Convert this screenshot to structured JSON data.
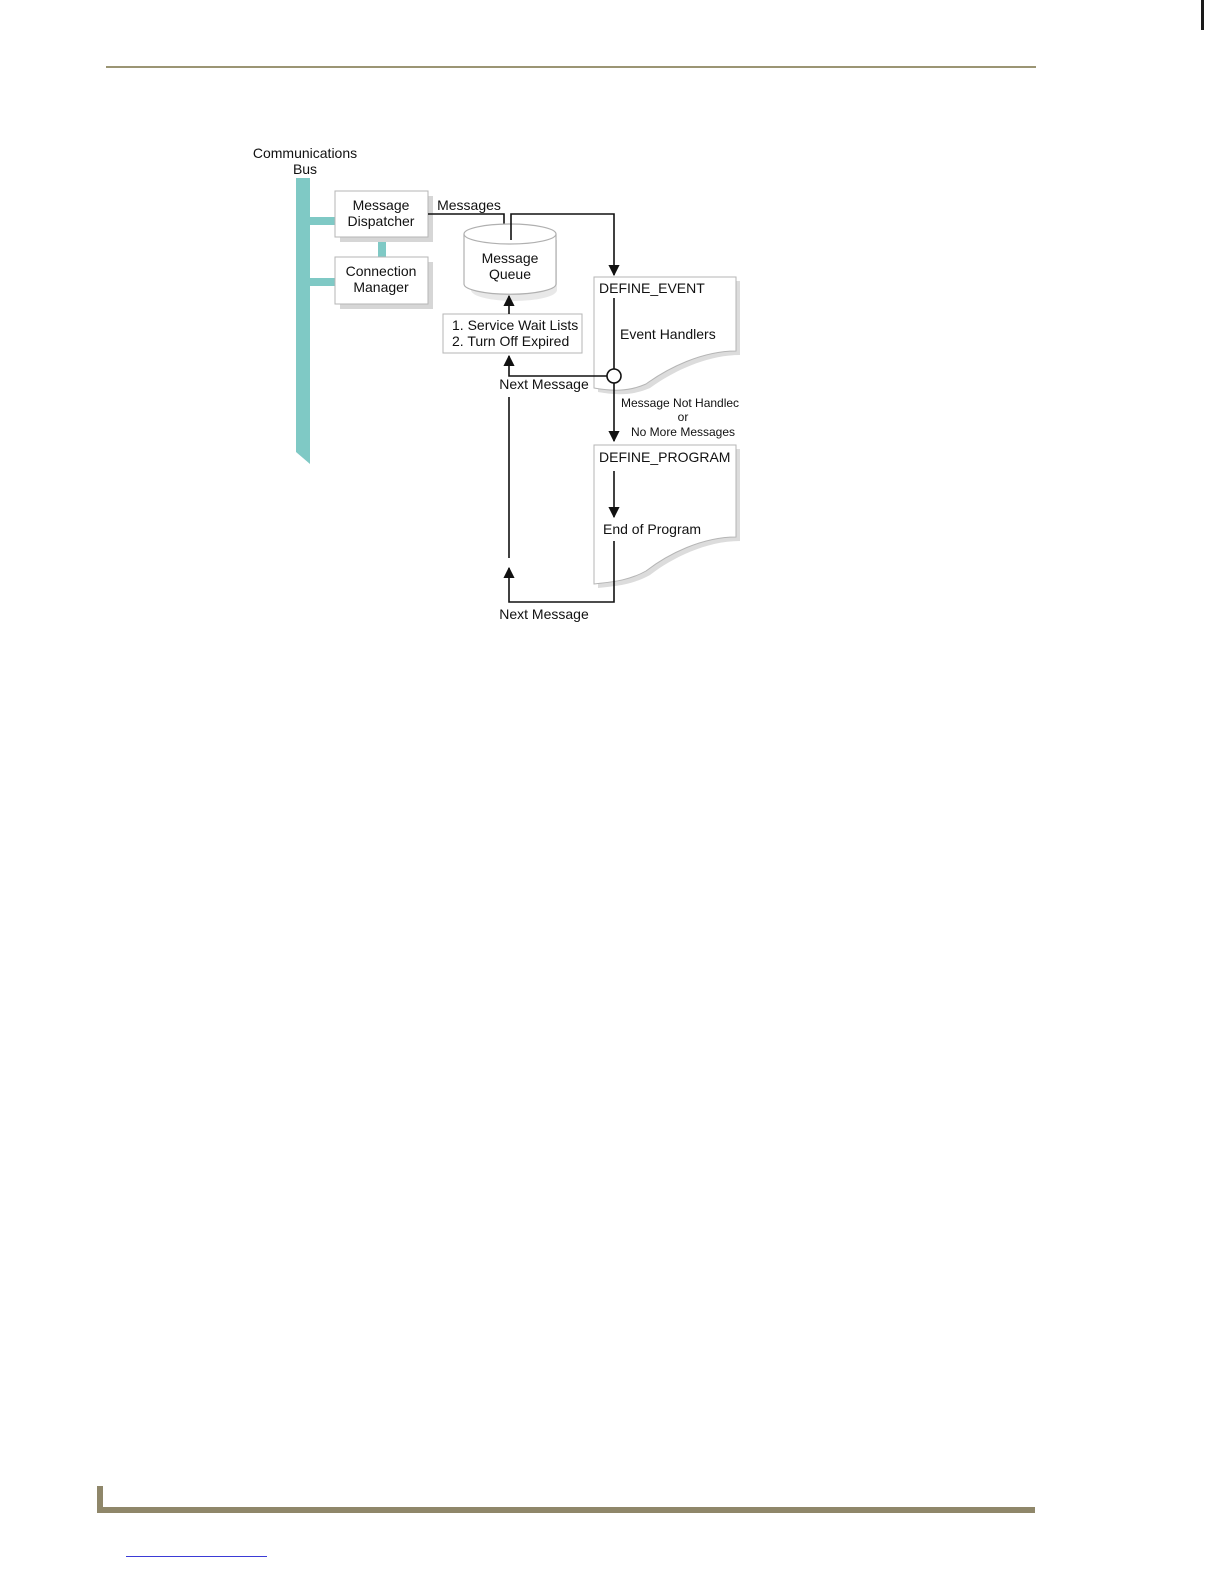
{
  "diagram": {
    "bus_label": [
      "Communications",
      "Bus"
    ],
    "dispatcher_label": [
      "Message",
      "Dispatcher"
    ],
    "connection_manager_label": [
      "Connection",
      "Manager"
    ],
    "messages_label": "Messages",
    "queue_label": [
      "Message",
      "Queue"
    ],
    "service_box_label": [
      "1. Service Wait Lists",
      "2. Turn Off Expired"
    ],
    "next_message_label_1": "Next Message",
    "define_event_label": "DEFINE_EVENT",
    "event_handlers_label": "Event Handlers",
    "not_handled_label": [
      "Message Not Handlec",
      "or",
      "No More Messages"
    ],
    "define_program_label": "DEFINE_PROGRAM",
    "end_of_program_label": "End of Program",
    "next_message_label_2": "Next Message",
    "colors": {
      "bus": "#7fc9c5",
      "rule": "#9b9574",
      "line": "#111111",
      "shadow": "#d0d0d0"
    }
  }
}
